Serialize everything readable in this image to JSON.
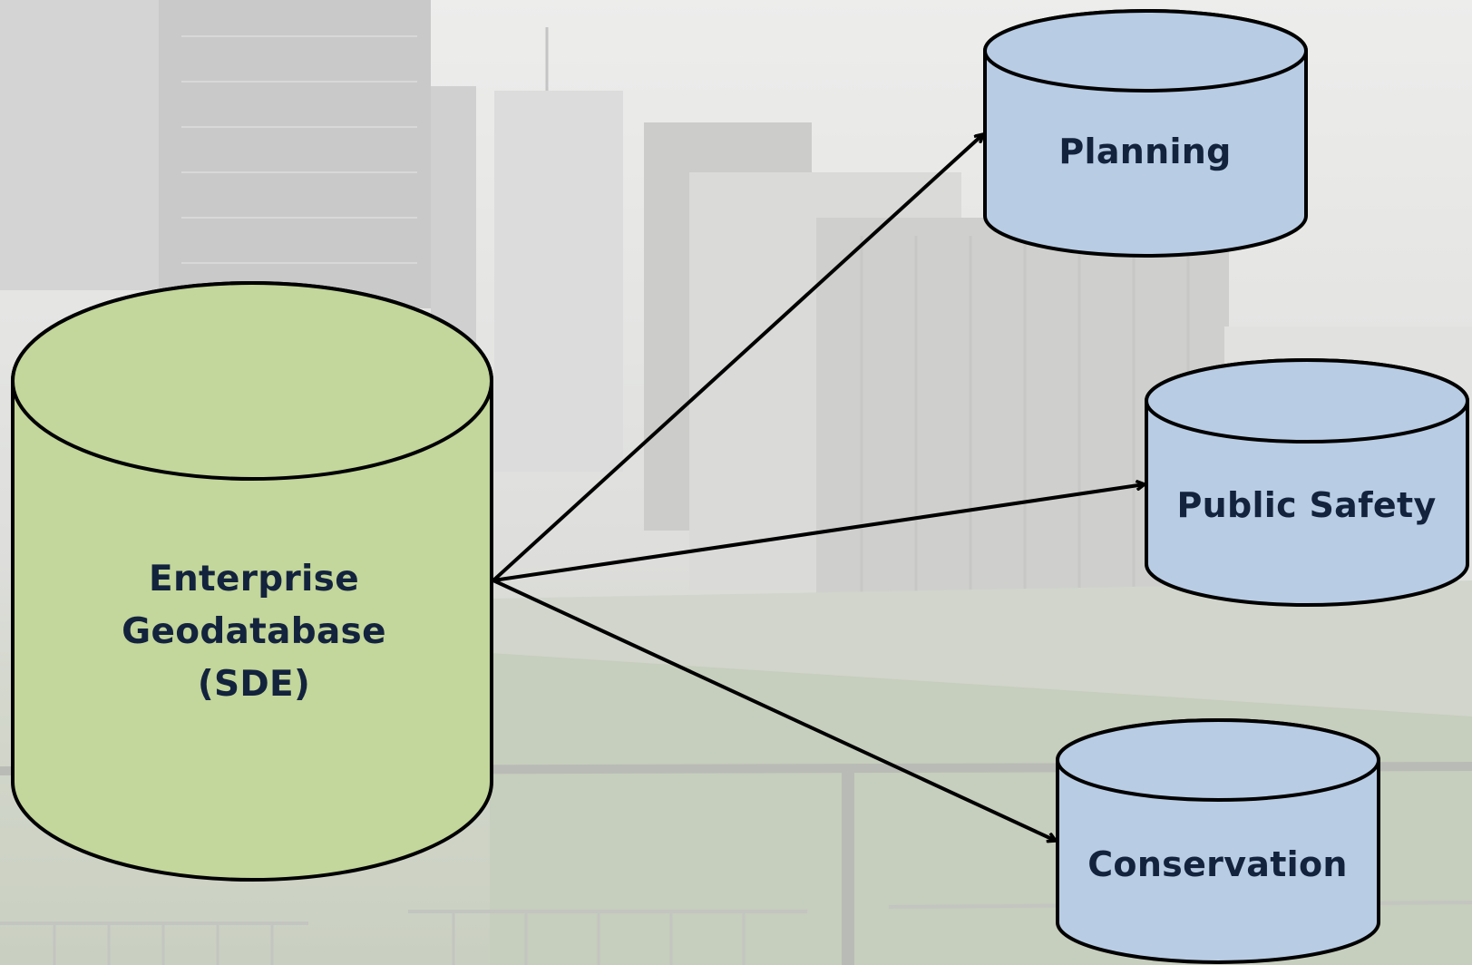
{
  "colors": {
    "source_fill": "#c3d69b",
    "target_fill": "#b8cce4",
    "outline": "#000000",
    "label_text": "#13233d"
  },
  "nodes": {
    "source": {
      "label": "Enterprise\nGeodatabase\n(SDE)"
    },
    "targets": [
      {
        "label": "Planning"
      },
      {
        "label": "Public Safety"
      },
      {
        "label": "Conservation"
      }
    ]
  }
}
